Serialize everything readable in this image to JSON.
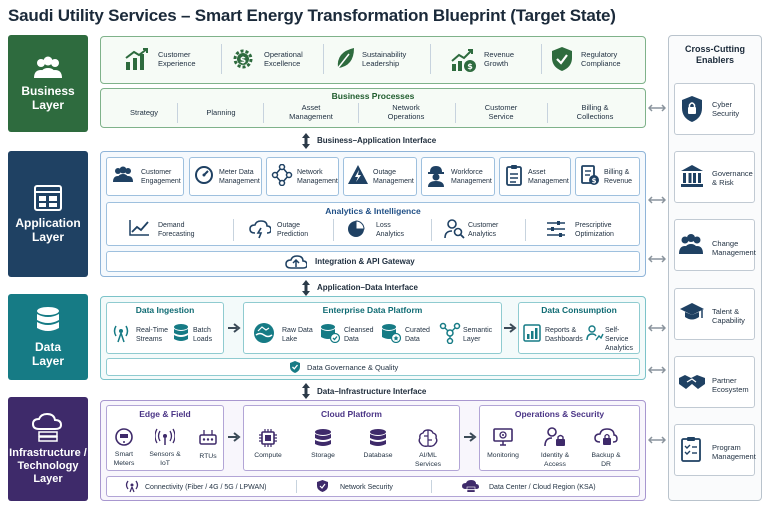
{
  "title": "Saudi Utility Services – Smart Energy Transformation Blueprint (Target State)",
  "layers": {
    "business": "Business Layer",
    "application": "Application Layer",
    "data": "Data Layer",
    "infrastructure": "Infrastructure / Technology Layer"
  },
  "business": {
    "outcomes": [
      "Customer Experience",
      "Operational Excellence",
      "Sustainability Leadership",
      "Revenue Growth",
      "Regulatory Compliance"
    ],
    "processes_title": "Business Processes",
    "processes": [
      "Strategy",
      "Planning",
      "Asset Management",
      "Network Operations",
      "Customer Service",
      "Billing & Collections"
    ]
  },
  "interfaces": {
    "business_application": "Business–Application Interface",
    "application_data": "Application–Data Interface",
    "data_infrastructure": "Data–Infrastructure Interface"
  },
  "application": {
    "modules": [
      "Customer Engagement",
      "Meter Data Management",
      "Network Management",
      "Outage Management",
      "Workforce Management",
      "Asset Management",
      "Billing & Revenue"
    ],
    "analytics_title": "Analytics & Intelligence",
    "analytics": [
      "Demand Forecasting",
      "Outage Prediction",
      "Loss Analytics",
      "Customer Analytics",
      "Prescriptive Optimization"
    ],
    "gateway": "Integration & API Gateway"
  },
  "data": {
    "ingestion_title": "Data Ingestion",
    "ingestion": [
      "Real-Time Streams",
      "Batch Loads"
    ],
    "platform_title": "Enterprise Data Platform",
    "platform": [
      "Raw Data Lake",
      "Cleansed Data",
      "Curated Data",
      "Semantic Layer"
    ],
    "consumption_title": "Data Consumption",
    "consumption": [
      "Reports & Dashboards",
      "Self-Service Analytics"
    ],
    "governance": "Data Governance & Quality"
  },
  "infrastructure": {
    "edge_title": "Edge & Field",
    "edge": [
      "Smart Meters",
      "Sensors & IoT",
      "RTUs"
    ],
    "cloud_title": "Cloud Platform",
    "cloud": [
      "Compute",
      "Storage",
      "Database",
      "AI/ML Services"
    ],
    "ops_title": "Operations & Security",
    "ops": [
      "Monitoring",
      "Identity & Access",
      "Backup & DR"
    ],
    "bottom": [
      "Connectivity (Fiber / 4G / 5G / LPWAN)",
      "Network Security",
      "Data Center / Cloud Region (KSA)"
    ]
  },
  "enablers": {
    "title": "Cross-Cutting Enablers",
    "items": [
      "Cyber Security",
      "Governance & Risk",
      "Change Management",
      "Talent & Capability",
      "Partner Ecosystem",
      "Program Management"
    ]
  },
  "colors": {
    "business": "#2e6b3e",
    "application": "#1f4163",
    "data": "#167b85",
    "infrastructure": "#3e2a6a"
  },
  "icons": {
    "business_outcomes": [
      "growth-chart-icon",
      "gear-dollar-icon",
      "leaf-icon",
      "revenue-chart-icon",
      "shield-check-icon"
    ],
    "application_modules": [
      "people-icon",
      "meter-icon",
      "network-nodes-icon",
      "lightning-icon",
      "worker-icon",
      "clipboard-icon",
      "bill-icon"
    ],
    "enablers": [
      "lock-shield-icon",
      "building-icon",
      "people-icon",
      "graduation-cap-icon",
      "handshake-icon",
      "checklist-icon"
    ]
  }
}
